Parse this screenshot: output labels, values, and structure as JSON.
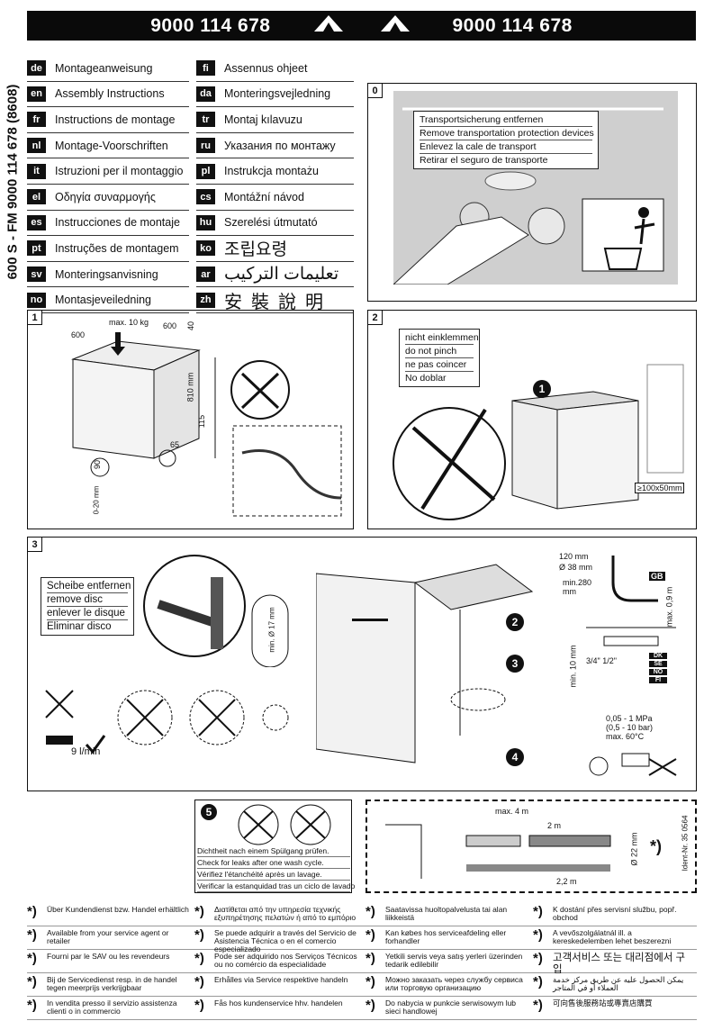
{
  "header": {
    "part_left": "9000 114 678",
    "part_right": "9000 114 678"
  },
  "side_label": "600 S - FM 9000 114 678 (8608)",
  "languages_left": [
    {
      "code": "de",
      "text": "Montageanweisung"
    },
    {
      "code": "en",
      "text": "Assembly Instructions"
    },
    {
      "code": "fr",
      "text": "Instructions de montage"
    },
    {
      "code": "nl",
      "text": "Montage-Voorschriften"
    },
    {
      "code": "it",
      "text": "Istruzioni per il montaggio"
    },
    {
      "code": "el",
      "text": "Οδηγία συναρμογής"
    },
    {
      "code": "es",
      "text": "Instrucciones de montaje"
    },
    {
      "code": "pt",
      "text": "Instruções de montagem"
    },
    {
      "code": "sv",
      "text": "Monteringsanvisning"
    },
    {
      "code": "no",
      "text": "Montasjeveiledning"
    }
  ],
  "languages_right": [
    {
      "code": "fi",
      "text": "Assennus ohjeet"
    },
    {
      "code": "da",
      "text": "Monteringsvejledning"
    },
    {
      "code": "tr",
      "text": "Montaj kılavuzu"
    },
    {
      "code": "ru",
      "text": "Указания по монтажу"
    },
    {
      "code": "pl",
      "text": "Instrukcja montażu"
    },
    {
      "code": "cs",
      "text": "Montážní návod"
    },
    {
      "code": "hu",
      "text": "Szerelési útmutató"
    },
    {
      "code": "ko",
      "text": "조립요령"
    },
    {
      "code": "ar",
      "text": "تعليمات التركيب"
    },
    {
      "code": "zh",
      "text": "安裝說明"
    }
  ],
  "panel0": {
    "num": "0",
    "lines": [
      "Transportsicherung entfernen",
      "Remove transportation protection devices",
      "Enlevez la cale de transport",
      "Retirar el seguro de transporte"
    ]
  },
  "panel1": {
    "num": "1",
    "dims": {
      "w": "600",
      "d": "600",
      "max": "max. 10 kg",
      "h_top": "40",
      "h": "810 mm",
      "plinth": "115",
      "side": "65",
      "foot": "90",
      "adjust": "0-20 mm"
    }
  },
  "panel2": {
    "num": "2",
    "lines": [
      "nicht einklemmen",
      "do not pinch",
      "ne pas coincer",
      "No doblar"
    ],
    "step": "1",
    "hole": "≥100x50mm"
  },
  "panel3": {
    "num": "3",
    "lines": [
      "Scheibe entfernen",
      "remove disc",
      "enlever le disque",
      "Eliminar disco"
    ],
    "dim_min17": "min. Ø 17 mm",
    "flow": "9 l/min",
    "drain": {
      "h120": "120 mm",
      "d38": "Ø 38 mm",
      "min280": "min.280 mm",
      "max09": "max. 0,9 m",
      "gb": "GB"
    },
    "inlet": {
      "min10": "min. 10 mm",
      "thread": "3/4\"  1/2\"",
      "codes": [
        "DK",
        "SE",
        "NO",
        "FI"
      ],
      "pressure": [
        "0,05 - 1 MPa",
        "(0,5 - 10 bar)",
        "max. 60°C"
      ]
    },
    "callouts": [
      "2",
      "3",
      "4"
    ]
  },
  "panel5": {
    "num": "5",
    "lines": [
      "Dichtheit nach einem Spülgang prüfen.",
      "Check for leaks after one wash cycle.",
      "Vérifiez l'étanchéité après un lavage.",
      "Verificar la estanquidad tras un ciclo de lavado"
    ]
  },
  "extension": {
    "max4m": "max. 4 m",
    "m2": "2 m",
    "d22": "Ø 22 mm",
    "m22": "2,2 m",
    "ident": "Ident-Nr. 35 0564",
    "star": "*)"
  },
  "footnotes": [
    [
      "Über Kundendienst bzw. Handel erhältlich",
      "Διατίθεται από την υπηρεσία τεχνικής εξυπηρέτησης πελατών ή από το εμπόριο",
      "Saatavissa huoltopalvelusta tai alan liikkeistä",
      "K dostání přes servisní službu, popř. obchod"
    ],
    [
      "Available from your service agent or retailer",
      "Se puede adquirir a través del Servicio de Asistencia Técnica o en el comercio especializado",
      "Kan købes hos serviceafdeling eller forhandler",
      "A vevőszolgálatnál ill. a kereskedelemben lehet beszerezni"
    ],
    [
      "Fourni par le SAV ou les revendeurs",
      "Pode ser adquirido nos Serviços Técnicos ou no comércio da especialidade",
      "Yetkili servis veya satış yerleri üzerinden tedarik edilebilir",
      "고객서비스 또는 대리점에서 구입"
    ],
    [
      "Bij de Servicedienst resp. in de handel tegen meerprijs verkrijgbaar",
      "Erhålles via Service respektive handeln",
      "Можно заказать через службу сервиса или торговую организацию",
      "يمكن الحصول عليه عن طريق مركز خدمة العملاء أو في المتاجر"
    ],
    [
      "In vendita presso il servizio assistenza clienti o in commercio",
      "Fås hos kundenservice hhv. handelen",
      "Do nabycia w punkcie serwisowym lub sieci handlowej",
      "可向售後服務站或專賣店購買"
    ]
  ]
}
